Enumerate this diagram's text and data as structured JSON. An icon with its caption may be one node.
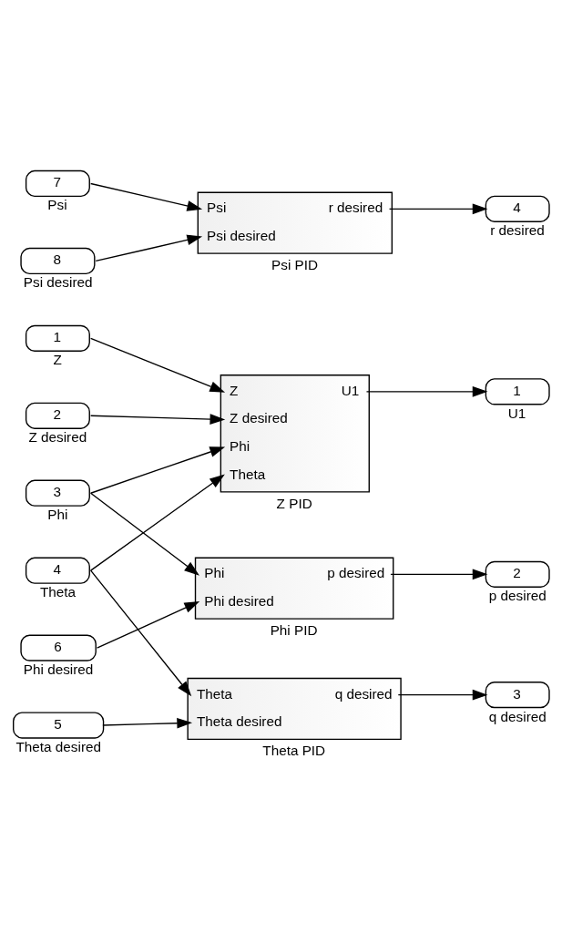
{
  "diagram": {
    "nodes": [
      {
        "text": [
          "1"
        ],
        "beside": [
          "Z"
        ]
      },
      {
        "text": [
          "2"
        ],
        "beside": [
          "Z desired"
        ]
      },
      {
        "text": [
          "3"
        ],
        "beside": [
          "Phi"
        ]
      },
      {
        "text": [
          "6"
        ],
        "beside": [
          "Phi desired"
        ]
      },
      {
        "text": [
          "4"
        ],
        "beside": [
          "Theta"
        ]
      },
      {
        "text": [
          "5"
        ],
        "beside": [
          "Theta desired"
        ]
      },
      {
        "text": [
          "7"
        ],
        "beside": [
          "Psi"
        ]
      },
      {
        "text": [
          "8"
        ],
        "beside": [
          "Psi desired"
        ]
      },
      {
        "text": [
          "Z",
          "Z desired",
          "Phi",
          "Theta",
          "U1"
        ],
        "beside": [
          "Z PID"
        ]
      },
      {
        "text": [
          "Phi",
          "Phi desired",
          "p desired"
        ],
        "beside": [
          "Phi PID"
        ]
      },
      {
        "text": [
          "Theta",
          "Theta desired",
          "q desired"
        ],
        "beside": [
          "Theta PID"
        ]
      },
      {
        "text": [
          "Psi",
          "Psi desired",
          "r desired"
        ],
        "beside": [
          "Psi PID"
        ]
      },
      {
        "text": [
          "1"
        ],
        "beside": [
          "U1"
        ]
      },
      {
        "text": [
          "2"
        ],
        "beside": [
          "p desired"
        ]
      },
      {
        "text": [
          "3"
        ],
        "beside": [
          "q desired"
        ]
      },
      {
        "text": [
          "4"
        ],
        "beside": [
          "r desired"
        ]
      }
    ],
    "edges": [
      {
        "from": 0,
        "to": 8,
        "arrow": "to"
      },
      {
        "from": 1,
        "to": 8,
        "arrow": "to"
      },
      {
        "from": 2,
        "to": 8,
        "arrow": "to"
      },
      {
        "from": 4,
        "to": 8,
        "arrow": "to"
      },
      {
        "from": 8,
        "to": 12,
        "arrow": "to"
      },
      {
        "from": 2,
        "to": 9,
        "arrow": "to"
      },
      {
        "from": 3,
        "to": 9,
        "arrow": "to"
      },
      {
        "from": 9,
        "to": 13,
        "arrow": "to"
      },
      {
        "from": 4,
        "to": 10,
        "arrow": "to"
      },
      {
        "from": 5,
        "to": 10,
        "arrow": "to"
      },
      {
        "from": 10,
        "to": 14,
        "arrow": "to"
      },
      {
        "from": 6,
        "to": 11,
        "arrow": "to"
      },
      {
        "from": 7,
        "to": 11,
        "arrow": "to"
      },
      {
        "from": 11,
        "to": 15,
        "arrow": "to"
      }
    ]
  }
}
